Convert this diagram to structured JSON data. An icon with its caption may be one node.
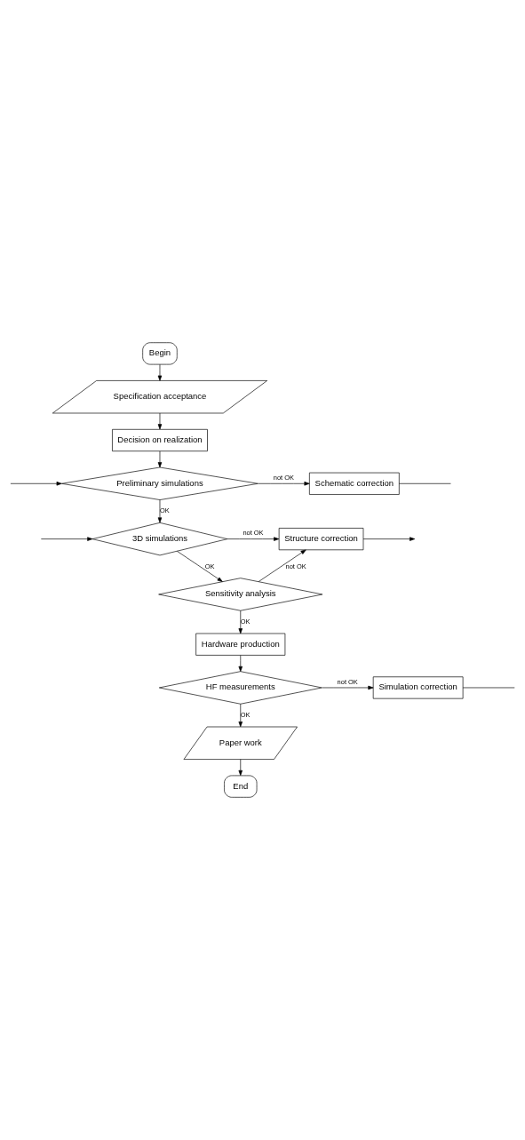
{
  "diagram": {
    "nodes": [
      {
        "text": [
          "Begin"
        ]
      },
      {
        "text": [
          "Specification acceptance"
        ]
      },
      {
        "text": [
          "Decision on realization"
        ]
      },
      {
        "text": [
          "Preliminary simulations"
        ]
      },
      {
        "text": [
          "Schematic correction"
        ]
      },
      {
        "text": [
          "3D simulations"
        ]
      },
      {
        "text": [
          "Structure correction"
        ]
      },
      {
        "text": [
          "Sensitivity analysis"
        ]
      },
      {
        "text": [
          "Hardware production"
        ]
      },
      {
        "text": [
          "HF measurements"
        ]
      },
      {
        "text": [
          "Simulation correction"
        ]
      },
      {
        "text": [
          "Paper work"
        ]
      },
      {
        "text": [
          "End"
        ]
      }
    ],
    "edges": [
      {
        "from": 0,
        "to": 1,
        "arrow": "to"
      },
      {
        "from": 1,
        "to": 2,
        "arrow": "to"
      },
      {
        "from": 2,
        "to": 3,
        "arrow": "to"
      },
      {
        "from": 3,
        "to": 4,
        "arrow": "to",
        "label": "not OK"
      },
      {
        "from": 4,
        "to": null,
        "arrow": "none"
      },
      {
        "from": null,
        "to": 3,
        "arrow": "to"
      },
      {
        "from": 3,
        "to": 5,
        "arrow": "to",
        "label": "OK"
      },
      {
        "from": null,
        "to": 5,
        "arrow": "to"
      },
      {
        "from": 5,
        "to": 6,
        "arrow": "to",
        "label": "not OK"
      },
      {
        "from": 6,
        "to": null,
        "arrow": "to"
      },
      {
        "from": 5,
        "to": 7,
        "arrow": "to",
        "label": "OK"
      },
      {
        "from": 7,
        "to": 6,
        "arrow": "to",
        "label": "not OK"
      },
      {
        "from": 7,
        "to": 8,
        "arrow": "to",
        "label": "OK"
      },
      {
        "from": 8,
        "to": 9,
        "arrow": "to"
      },
      {
        "from": 9,
        "to": 10,
        "arrow": "to",
        "label": "not OK"
      },
      {
        "from": 10,
        "to": null,
        "arrow": "none"
      },
      {
        "from": 9,
        "to": 11,
        "arrow": "to",
        "label": "OK"
      },
      {
        "from": 11,
        "to": 12,
        "arrow": "to"
      }
    ]
  }
}
